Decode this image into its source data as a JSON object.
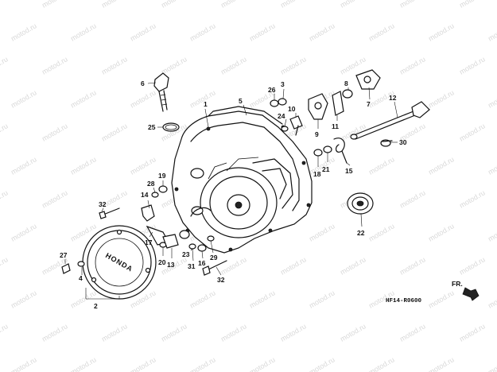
{
  "diagram": {
    "code": "HF14-R0600",
    "direction_label": "FR.",
    "brand_text": "HONDA",
    "watermark": "motod.ru",
    "part_labels": [
      "1",
      "2",
      "3",
      "4",
      "5",
      "6",
      "7",
      "8",
      "9",
      "10",
      "11",
      "12",
      "13",
      "14",
      "15",
      "16",
      "17",
      "18",
      "19",
      "20",
      "21",
      "22",
      "23",
      "24",
      "25",
      "26",
      "27",
      "28",
      "29",
      "30",
      "31",
      "32"
    ]
  }
}
